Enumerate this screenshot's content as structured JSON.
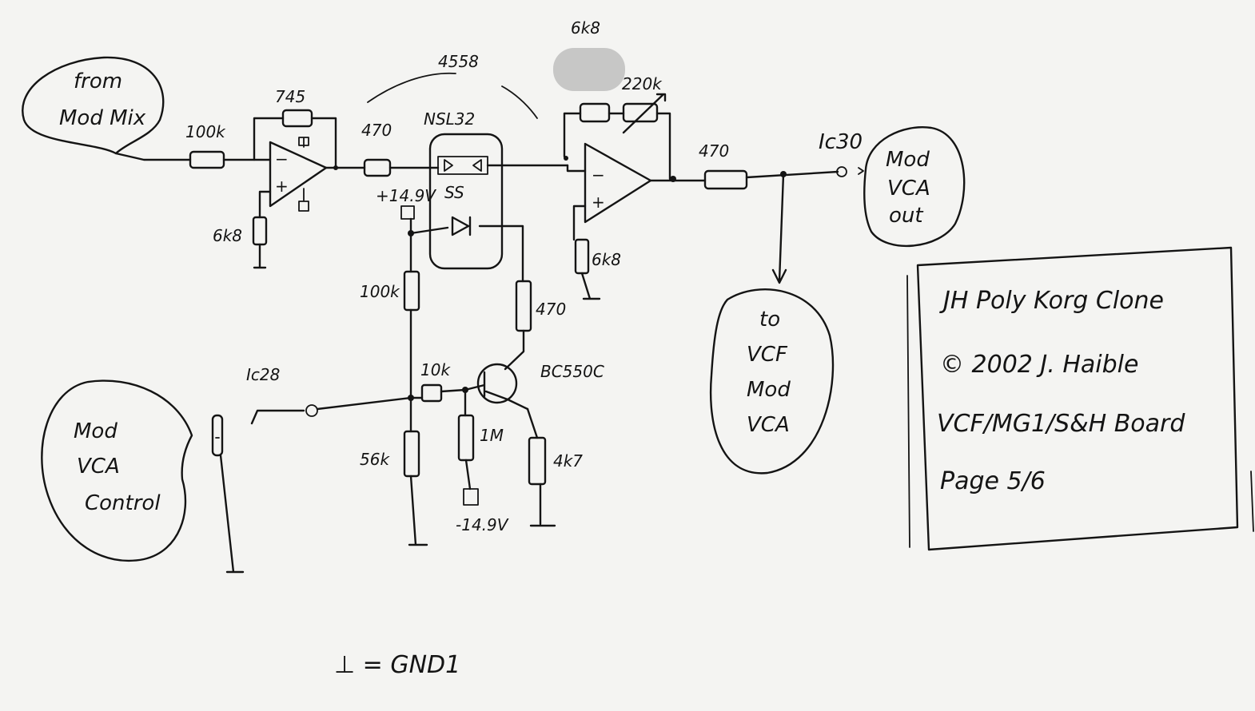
{
  "bubbles": {
    "from_mod_mix": [
      "from",
      "Mod Mix"
    ],
    "mod_vca_out": [
      "Mod",
      "VCA",
      "out"
    ],
    "to_vcf_mod_vca": [
      "to",
      "VCF",
      "Mod",
      "VCA"
    ],
    "mod_vca_control": [
      "Mod",
      "VCA",
      "Control"
    ]
  },
  "labels": {
    "r_input": "100k",
    "r_feedback": "745",
    "r_6k8_left": "6k8",
    "r_470_a": "470",
    "ic_4558": "4558",
    "nsl32": "NSL32",
    "nsl_ss": "SS",
    "supply_pos": "+14.9V",
    "r_100k_vert": "100k",
    "r_470_collector": "470",
    "r_6k8_top": "6k8",
    "r_220k": "220k",
    "r_6k8_right": "6k8",
    "r_470_out": "470",
    "ic30": "Ic30",
    "ic28": "Ic28",
    "r_10k": "10k",
    "transistor": "BC550C",
    "r_56k": "56k",
    "r_1m": "1M",
    "r_4k7": "4k7",
    "supply_neg": "-14.9V",
    "gnd_note": "⊥ = GND1"
  },
  "title_block": {
    "line1": "JH Poly Korg Clone",
    "line2": "© 2002 J. Haible",
    "line3": "VCF/MG1/S&H Board",
    "line4": "Page 5/6"
  }
}
